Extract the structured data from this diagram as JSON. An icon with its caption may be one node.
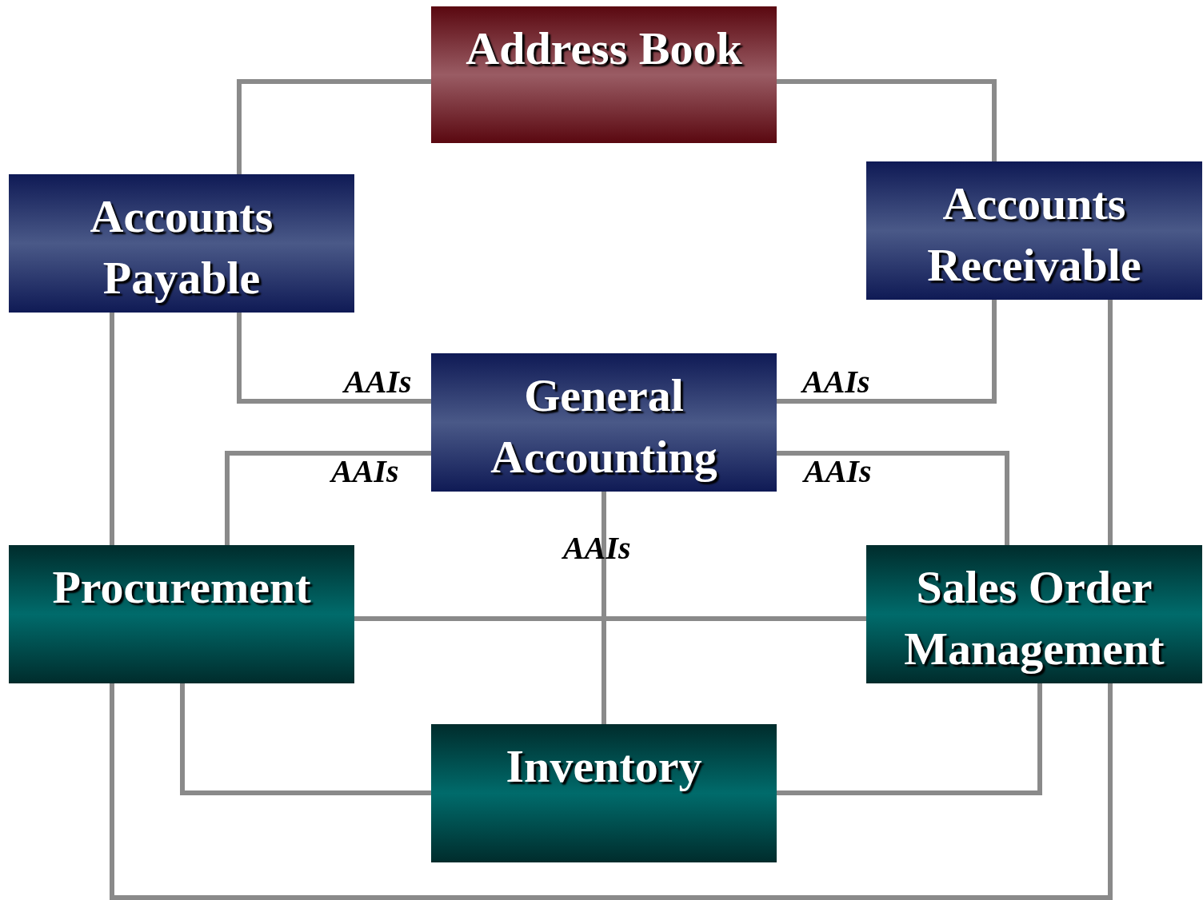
{
  "diagram": {
    "nodes": [
      {
        "text": [
          "Address Book"
        ]
      },
      {
        "text": [
          "Accounts Payable"
        ]
      },
      {
        "text": [
          "Accounts Receivable"
        ]
      },
      {
        "text": [
          "General Accounting"
        ]
      },
      {
        "text": [
          "Procurement"
        ]
      },
      {
        "text": [
          "Sales Order Management"
        ]
      },
      {
        "text": [
          "Inventory"
        ]
      }
    ],
    "edges": [
      {
        "from": 0,
        "to": 1,
        "arrow": "none"
      },
      {
        "from": 0,
        "to": 2,
        "arrow": "none"
      },
      {
        "from": 1,
        "to": 3,
        "arrow": "none",
        "label": "AAIs"
      },
      {
        "from": 2,
        "to": 3,
        "arrow": "none",
        "label": "AAIs"
      },
      {
        "from": 3,
        "to": 4,
        "arrow": "none",
        "label": "AAIs"
      },
      {
        "from": 3,
        "to": 5,
        "arrow": "none",
        "label": "AAIs"
      },
      {
        "from": 3,
        "to": 6,
        "arrow": "none",
        "label": "AAIs"
      },
      {
        "from": 1,
        "to": 4,
        "arrow": "none"
      },
      {
        "from": 2,
        "to": 5,
        "arrow": "none"
      },
      {
        "from": 4,
        "to": 5,
        "arrow": "none"
      },
      {
        "from": 4,
        "to": 6,
        "arrow": "none"
      },
      {
        "from": 5,
        "to": 6,
        "arrow": "none"
      },
      {
        "from": 4,
        "to": 5,
        "arrow": "none"
      }
    ]
  }
}
